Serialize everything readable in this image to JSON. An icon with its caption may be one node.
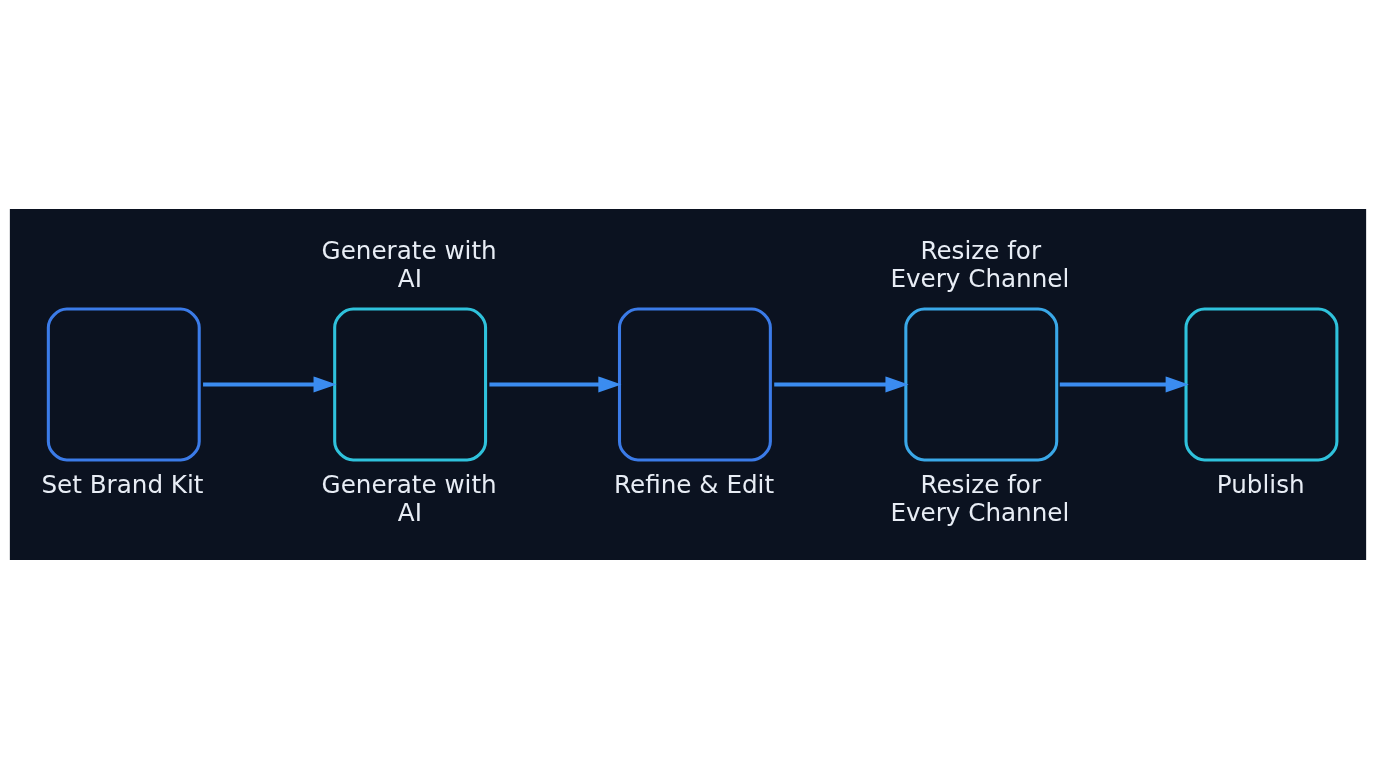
{
  "diagram": {
    "nodes": [
      {
        "text": [
          "Set Brand Kit"
        ]
      },
      {
        "text": [
          "Generate with AI",
          "Generate with AI"
        ]
      },
      {
        "text": [
          "Refine & Edit"
        ]
      },
      {
        "text": [
          "Resize for Every Channel",
          "Resize for Every Channel"
        ]
      },
      {
        "text": [
          "Publish"
        ]
      }
    ],
    "edges": [
      {
        "from": 0,
        "to": 1,
        "arrow": "to"
      },
      {
        "from": 1,
        "to": 2,
        "arrow": "to"
      },
      {
        "from": 2,
        "to": 3,
        "arrow": "to"
      },
      {
        "from": 3,
        "to": 4,
        "arrow": "to"
      }
    ]
  }
}
